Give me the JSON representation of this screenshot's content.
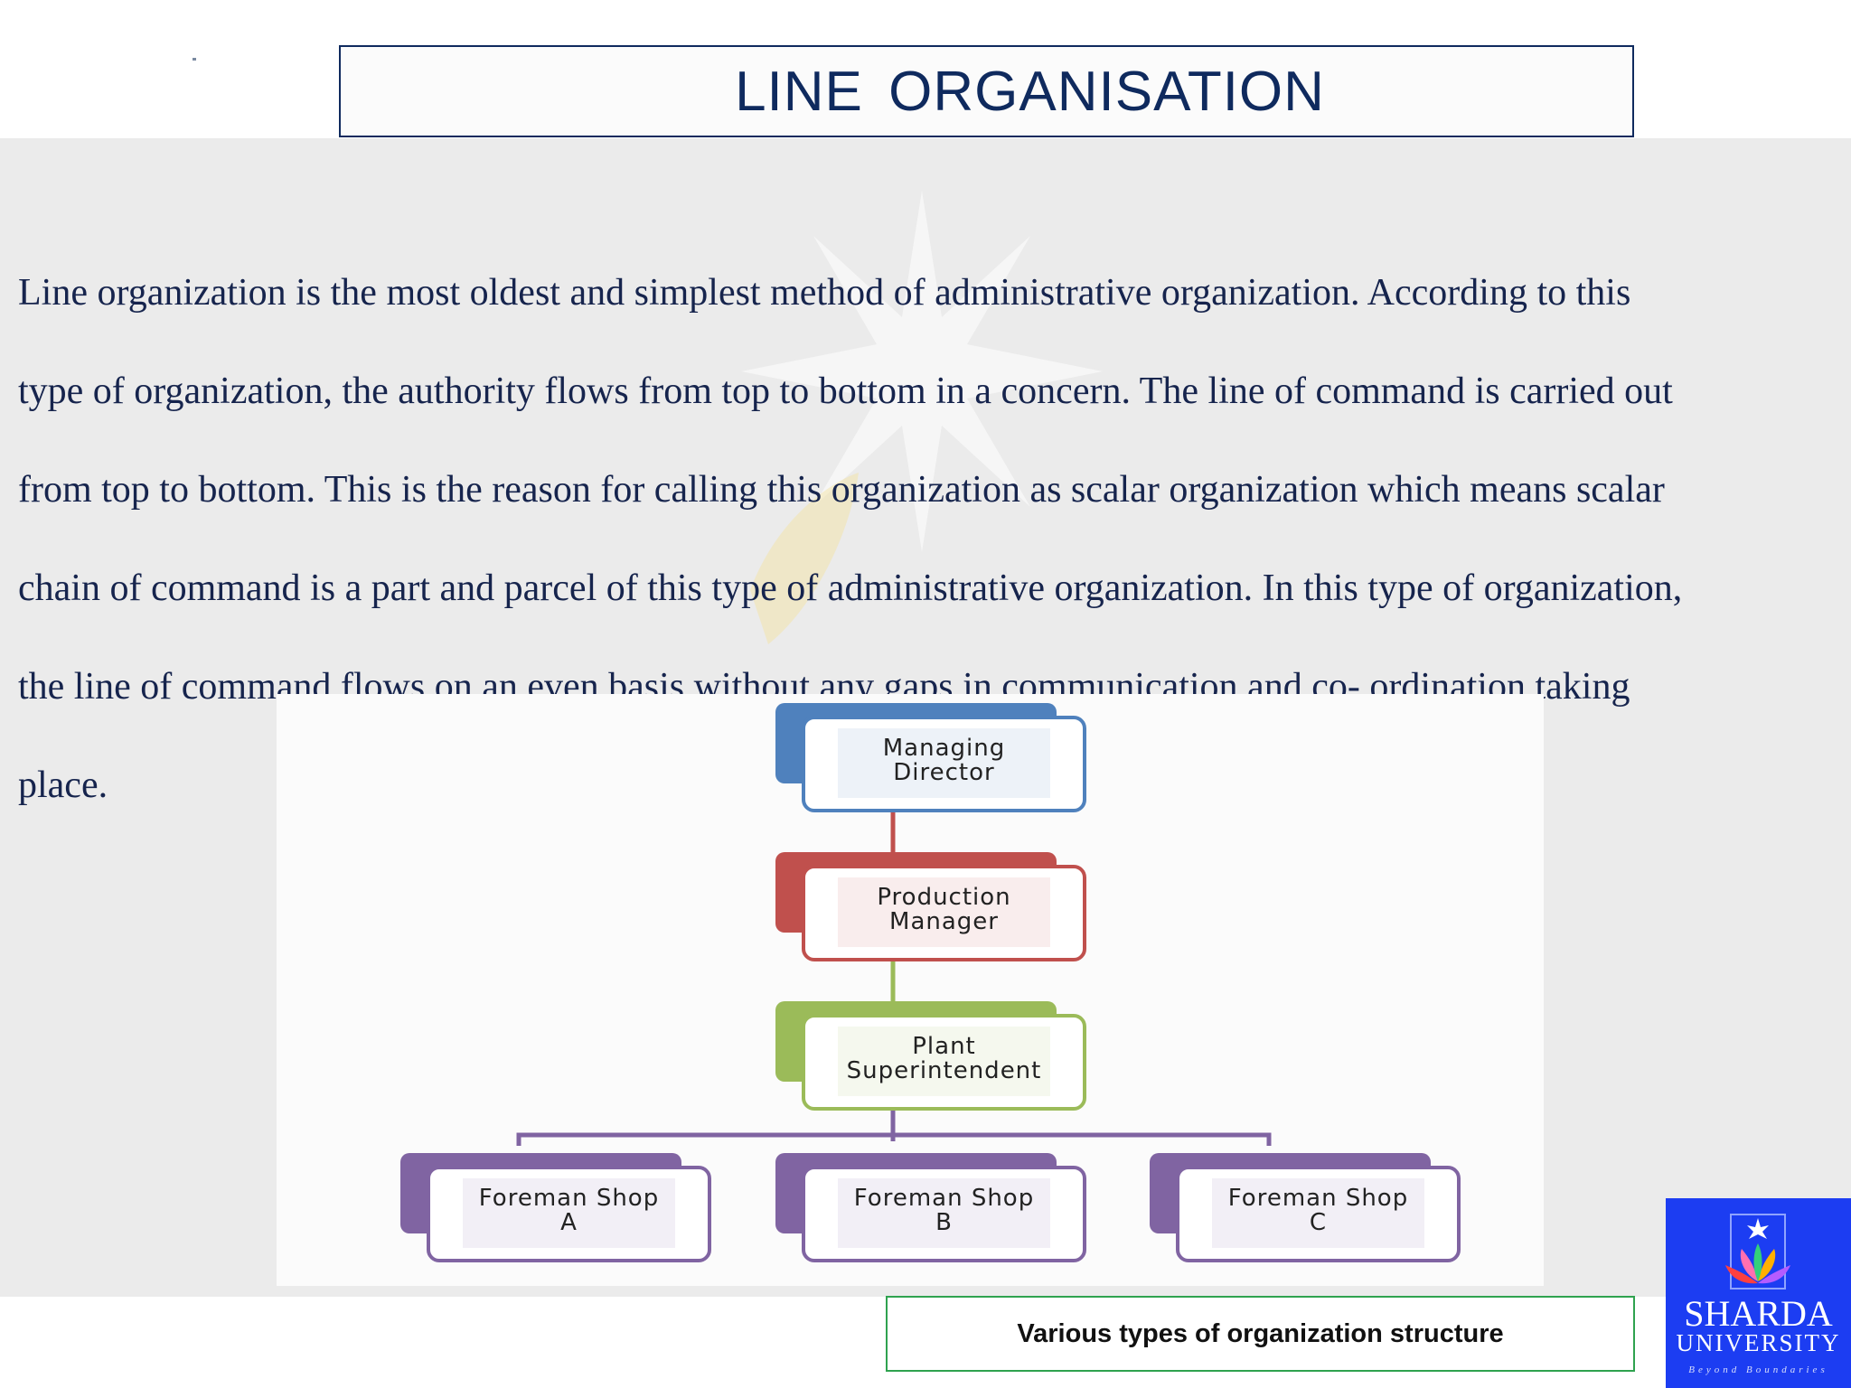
{
  "slide": {
    "title": "LINE  ORGANISATION",
    "body_lines": [
      "Line organization is the most oldest and simplest method of administrative organization. According to this",
      "type of organization, the authority flows from top to bottom in a concern. The line of command is carried out",
      "from top to bottom. This is the reason for calling this organization as scalar organization which means scalar",
      "chain of command is a part and parcel of this type of administrative organization. In this type of organization,",
      "the line of command flows on an even basis without any gaps in communication and co- ordination taking",
      "place."
    ],
    "caption": "Various types of organization structure"
  },
  "org_chart": {
    "nodes": [
      {
        "id": "md",
        "lines": [
          "Managing",
          "Director"
        ],
        "color": "#4f81bd"
      },
      {
        "id": "pm",
        "lines": [
          "Production",
          "Manager"
        ],
        "color": "#c0504d"
      },
      {
        "id": "ps",
        "lines": [
          "Plant",
          "Superintendent"
        ],
        "color": "#9bbb59"
      },
      {
        "id": "fa",
        "lines": [
          "Foreman Shop",
          "A"
        ],
        "color": "#8064a2"
      },
      {
        "id": "fb",
        "lines": [
          "Foreman Shop",
          "B"
        ],
        "color": "#8064a2"
      },
      {
        "id": "fc",
        "lines": [
          "Foreman Shop",
          "C"
        ],
        "color": "#8064a2"
      }
    ],
    "edges": [
      [
        "md",
        "pm"
      ],
      [
        "pm",
        "ps"
      ],
      [
        "ps",
        "fa"
      ],
      [
        "ps",
        "fb"
      ],
      [
        "ps",
        "fc"
      ]
    ],
    "connector_colors": {
      "md-pm": "#c0504d",
      "pm-ps": "#9bbb59",
      "ps-children": "#8064a2"
    }
  },
  "logo": {
    "name": "SHARDA",
    "sub": "UNIVERSITY",
    "tagline": "Beyond Boundaries",
    "background": "#1c3df2",
    "icon": "lotus-star-icon"
  },
  "colors": {
    "title": "#0f2a5e",
    "body_text": "#16244d",
    "caption_border": "#2fa24f"
  }
}
